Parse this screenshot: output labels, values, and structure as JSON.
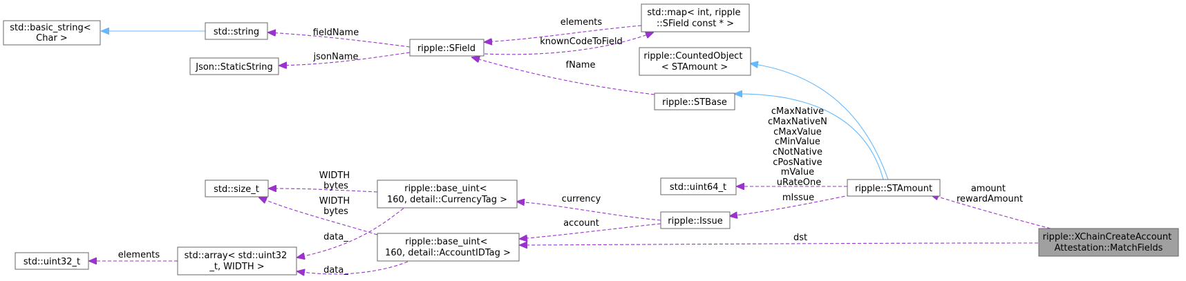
{
  "colors": {
    "inheritance_edge": "#63b8ff",
    "usage_edge": "#9a32cd",
    "node_border": "#666666",
    "root_node_fill": "#a0a0a0"
  },
  "nodes": {
    "basic_string": [
      "std::basic_string<",
      "Char >"
    ],
    "std_string": [
      "std::string"
    ],
    "json_static": [
      "Json::StaticString"
    ],
    "sfield": [
      "ripple::SField"
    ],
    "std_map": [
      "std::map< int, ripple",
      "::SField const * >"
    ],
    "counted_object": [
      "ripple::CountedObject",
      "< STAmount >"
    ],
    "stbase": [
      "ripple::STBase"
    ],
    "uint64": [
      "std::uint64_t"
    ],
    "stamount": [
      "ripple::STAmount"
    ],
    "size_t": [
      "std::size_t"
    ],
    "currency_uint": [
      "ripple::base_uint<",
      "160, detail::CurrencyTag >"
    ],
    "issue": [
      "ripple::Issue"
    ],
    "account_uint": [
      "ripple::base_uint<",
      "160, detail::AccountIDTag >"
    ],
    "uint32": [
      "std::uint32_t"
    ],
    "std_array": [
      "std::array< std::uint32",
      "_t, WIDTH >"
    ],
    "match_fields": [
      "ripple::XChainCreateAccount",
      "Attestation::MatchFields"
    ]
  },
  "edge_labels": {
    "fieldName": [
      "fieldName"
    ],
    "jsonName": [
      "jsonName"
    ],
    "elements_map": [
      "elements"
    ],
    "knownCodeToField": [
      "knownCodeToField"
    ],
    "fName": [
      "fName"
    ],
    "stamount_constants": [
      "cMaxNative",
      "cMaxNativeN",
      "cMaxValue",
      "cMinValue",
      "cNotNative",
      "cPosNative",
      "mValue",
      "uRateOne"
    ],
    "mIssue": [
      "mIssue"
    ],
    "amount": [
      "amount",
      "rewardAmount"
    ],
    "currency": [
      "currency"
    ],
    "account": [
      "account"
    ],
    "dst": [
      "dst"
    ],
    "width_currency": [
      "WIDTH",
      "bytes"
    ],
    "width_account": [
      "WIDTH",
      "bytes"
    ],
    "data_currency": [
      "data_"
    ],
    "data_account": [
      "data_"
    ],
    "elements_array": [
      "elements"
    ]
  }
}
